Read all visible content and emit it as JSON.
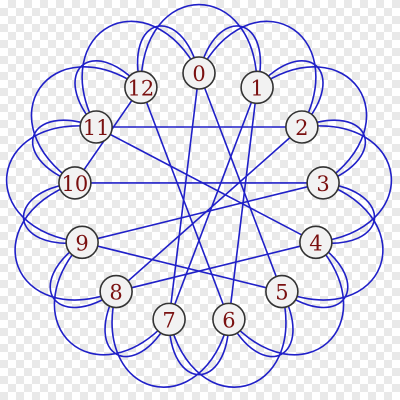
{
  "style": {
    "edge_color": "#2020c8",
    "node_fill": "#f2f2f2",
    "node_stroke": "#333333",
    "label_color": "#7a1010"
  },
  "nodes": [
    {
      "id": 0,
      "label": "0"
    },
    {
      "id": 1,
      "label": "1"
    },
    {
      "id": 2,
      "label": "2"
    },
    {
      "id": 3,
      "label": "3"
    },
    {
      "id": 4,
      "label": "4"
    },
    {
      "id": 5,
      "label": "5"
    },
    {
      "id": 6,
      "label": "6"
    },
    {
      "id": 7,
      "label": "7"
    },
    {
      "id": 8,
      "label": "8"
    },
    {
      "id": 9,
      "label": "9"
    },
    {
      "id": 10,
      "label": "10"
    },
    {
      "id": 11,
      "label": "11"
    },
    {
      "id": 12,
      "label": "12"
    }
  ],
  "edges": [
    {
      "from": 0,
      "to": 1,
      "shape": "arc"
    },
    {
      "from": 1,
      "to": 2,
      "shape": "arc"
    },
    {
      "from": 2,
      "to": 3,
      "shape": "arc"
    },
    {
      "from": 3,
      "to": 4,
      "shape": "arc"
    },
    {
      "from": 4,
      "to": 5,
      "shape": "arc"
    },
    {
      "from": 5,
      "to": 6,
      "shape": "arc"
    },
    {
      "from": 6,
      "to": 7,
      "shape": "arc"
    },
    {
      "from": 7,
      "to": 8,
      "shape": "arc"
    },
    {
      "from": 8,
      "to": 9,
      "shape": "arc"
    },
    {
      "from": 9,
      "to": 10,
      "shape": "arc"
    },
    {
      "from": 10,
      "to": 11,
      "shape": "arc"
    },
    {
      "from": 11,
      "to": 12,
      "shape": "arc"
    },
    {
      "from": 12,
      "to": 0,
      "shape": "arc"
    },
    {
      "from": 0,
      "to": 2,
      "shape": "arc"
    },
    {
      "from": 1,
      "to": 3,
      "shape": "arc"
    },
    {
      "from": 2,
      "to": 4,
      "shape": "arc"
    },
    {
      "from": 3,
      "to": 5,
      "shape": "arc"
    },
    {
      "from": 4,
      "to": 6,
      "shape": "arc"
    },
    {
      "from": 5,
      "to": 7,
      "shape": "arc"
    },
    {
      "from": 6,
      "to": 8,
      "shape": "arc"
    },
    {
      "from": 7,
      "to": 9,
      "shape": "arc"
    },
    {
      "from": 8,
      "to": 10,
      "shape": "arc"
    },
    {
      "from": 9,
      "to": 11,
      "shape": "arc"
    },
    {
      "from": 10,
      "to": 12,
      "shape": "arc"
    },
    {
      "from": 11,
      "to": 0,
      "shape": "arc"
    },
    {
      "from": 12,
      "to": 1,
      "shape": "arc"
    },
    {
      "from": 0,
      "to": 7,
      "shape": "line"
    },
    {
      "from": 1,
      "to": 7,
      "shape": "line"
    },
    {
      "from": 0,
      "to": 5,
      "shape": "line"
    },
    {
      "from": 1,
      "to": 6,
      "shape": "line"
    },
    {
      "from": 2,
      "to": 8,
      "shape": "line"
    },
    {
      "from": 2,
      "to": 11,
      "shape": "line"
    },
    {
      "from": 3,
      "to": 9,
      "shape": "line"
    },
    {
      "from": 3,
      "to": 10,
      "shape": "line"
    },
    {
      "from": 4,
      "to": 8,
      "shape": "line"
    },
    {
      "from": 4,
      "to": 11,
      "shape": "line"
    },
    {
      "from": 5,
      "to": 9,
      "shape": "line"
    },
    {
      "from": 6,
      "to": 12,
      "shape": "line"
    },
    {
      "from": 10,
      "to": 12,
      "shape": "line"
    }
  ]
}
